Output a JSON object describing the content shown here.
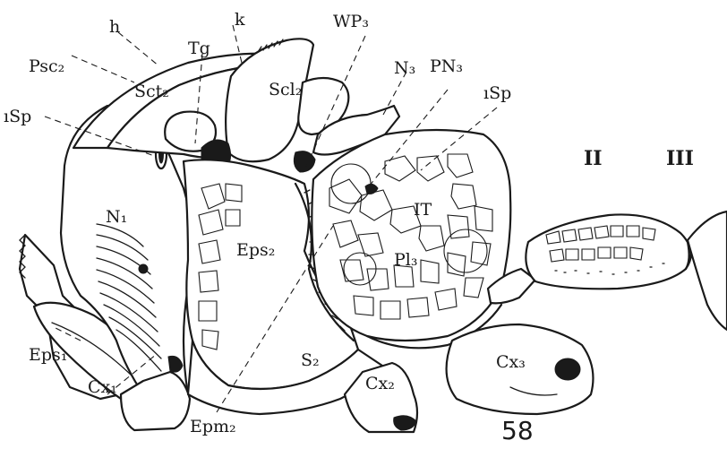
{
  "labels": {
    "psc2": "Psc₂",
    "h": "h",
    "tg": "Tg",
    "k": "k",
    "wp3": "WP₃",
    "sct2": "Sct₂",
    "scl2": "Scl₂",
    "n3": "N₃",
    "pn3": "PN₃",
    "sp_left": "ıSp",
    "sp_right": "ıSp",
    "n1": "N₁",
    "it": "IT",
    "eps2": "Eps₂",
    "pl3": "Pl₃",
    "eps1": "Eps₁",
    "cx1": "Cx₁",
    "s2": "S₂",
    "cx2": "Cx₂",
    "cx3": "Cx₃",
    "epm2": "Epm₂",
    "seg_ii": "II",
    "seg_iii": "III"
  },
  "figure_number": "58"
}
